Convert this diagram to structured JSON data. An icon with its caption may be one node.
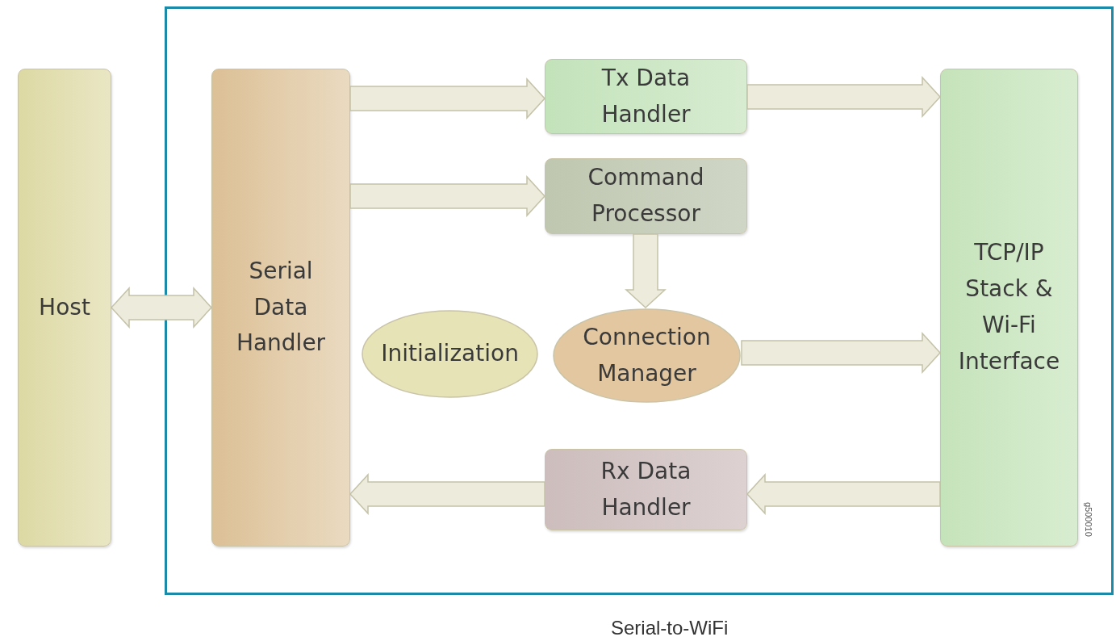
{
  "diagram": {
    "caption": "Serial-to-WiFi",
    "nodes": [
      {
        "text": [],
        "shape": "box"
      },
      {
        "text": [
          "Host"
        ]
      },
      {
        "text": [
          "Serial Data Handler"
        ],
        "in": 0
      },
      {
        "text": [
          "Tx Data Handler"
        ],
        "in": 0
      },
      {
        "text": [
          "Command Processor"
        ],
        "in": 0
      },
      {
        "text": [
          "Initialization"
        ],
        "in": 0
      },
      {
        "text": [
          "Connection Manager"
        ],
        "in": 0
      },
      {
        "text": [
          "Rx Data Handler"
        ],
        "in": 0
      },
      {
        "text": [
          "TCP/IP Stack & Wi-Fi Interface"
        ],
        "in": 0
      }
    ],
    "edges": [
      {
        "from": 1,
        "to": 2,
        "arrow": "both"
      },
      {
        "from": 2,
        "to": 3,
        "arrow": "to"
      },
      {
        "from": 2,
        "to": 4,
        "arrow": "to"
      },
      {
        "from": 3,
        "to": 8,
        "arrow": "to"
      },
      {
        "from": 4,
        "to": 6,
        "arrow": "to"
      },
      {
        "from": 6,
        "to": 8,
        "arrow": "to"
      },
      {
        "from": 8,
        "to": 7,
        "arrow": "to"
      },
      {
        "from": 7,
        "to": 2,
        "arrow": "to"
      }
    ],
    "labels": [
      "g500010"
    ]
  }
}
